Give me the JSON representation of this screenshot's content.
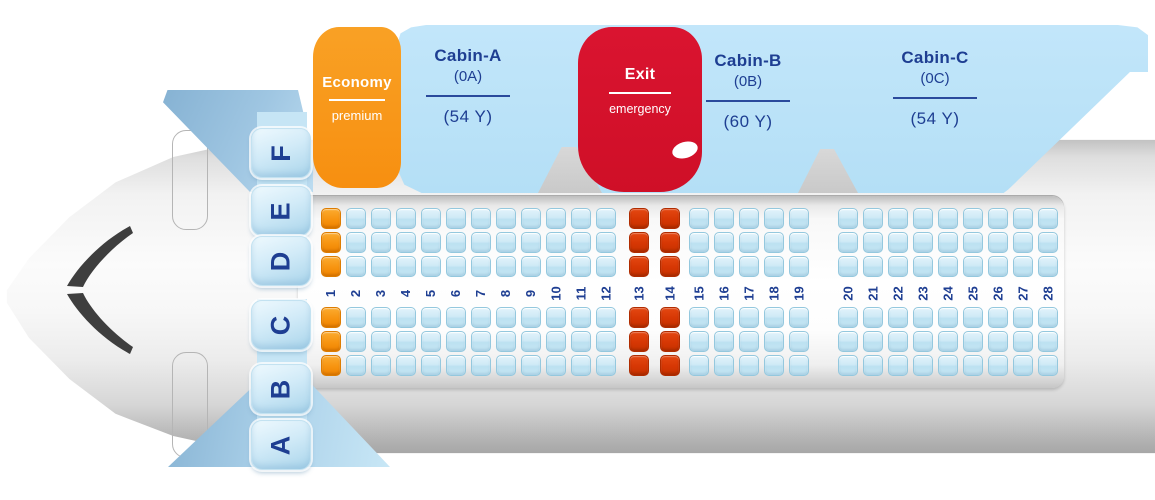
{
  "balloons": {
    "economy": {
      "title": "Economy",
      "subtitle": "premium",
      "color": "#f79421"
    },
    "cabin_a": {
      "title": "Cabin-A",
      "code": "(0A)",
      "capacity": "(54 Y)",
      "color": "#b6e0f7"
    },
    "exit": {
      "title": "Exit",
      "subtitle": "emergency",
      "color": "#d5122c"
    },
    "cabin_b": {
      "title": "Cabin-B",
      "code": "(0B)",
      "capacity": "(60 Y)",
      "color": "#b6e0f7"
    },
    "cabin_c": {
      "title": "Cabin-C",
      "code": "(0C)",
      "capacity": "(54 Y)",
      "color": "#b6e0f7"
    }
  },
  "seat_map": {
    "row_letters": [
      "F",
      "E",
      "D",
      "C",
      "B",
      "A"
    ],
    "column_numbers": [
      1,
      2,
      3,
      4,
      5,
      6,
      7,
      8,
      9,
      10,
      11,
      12,
      13,
      14,
      15,
      16,
      17,
      18,
      19,
      20,
      21,
      22,
      23,
      24,
      25,
      26,
      27,
      28
    ],
    "premium_columns": [
      1
    ],
    "exit_columns": [
      13,
      14
    ],
    "aisle_break_after_column": 19,
    "colors": {
      "standard_seat": "#c8e7f4",
      "premium_seat": "#f79110",
      "exit_seat": "#d63704",
      "number_text": "#1e3e92",
      "letter_text": "#1e3e92"
    }
  }
}
